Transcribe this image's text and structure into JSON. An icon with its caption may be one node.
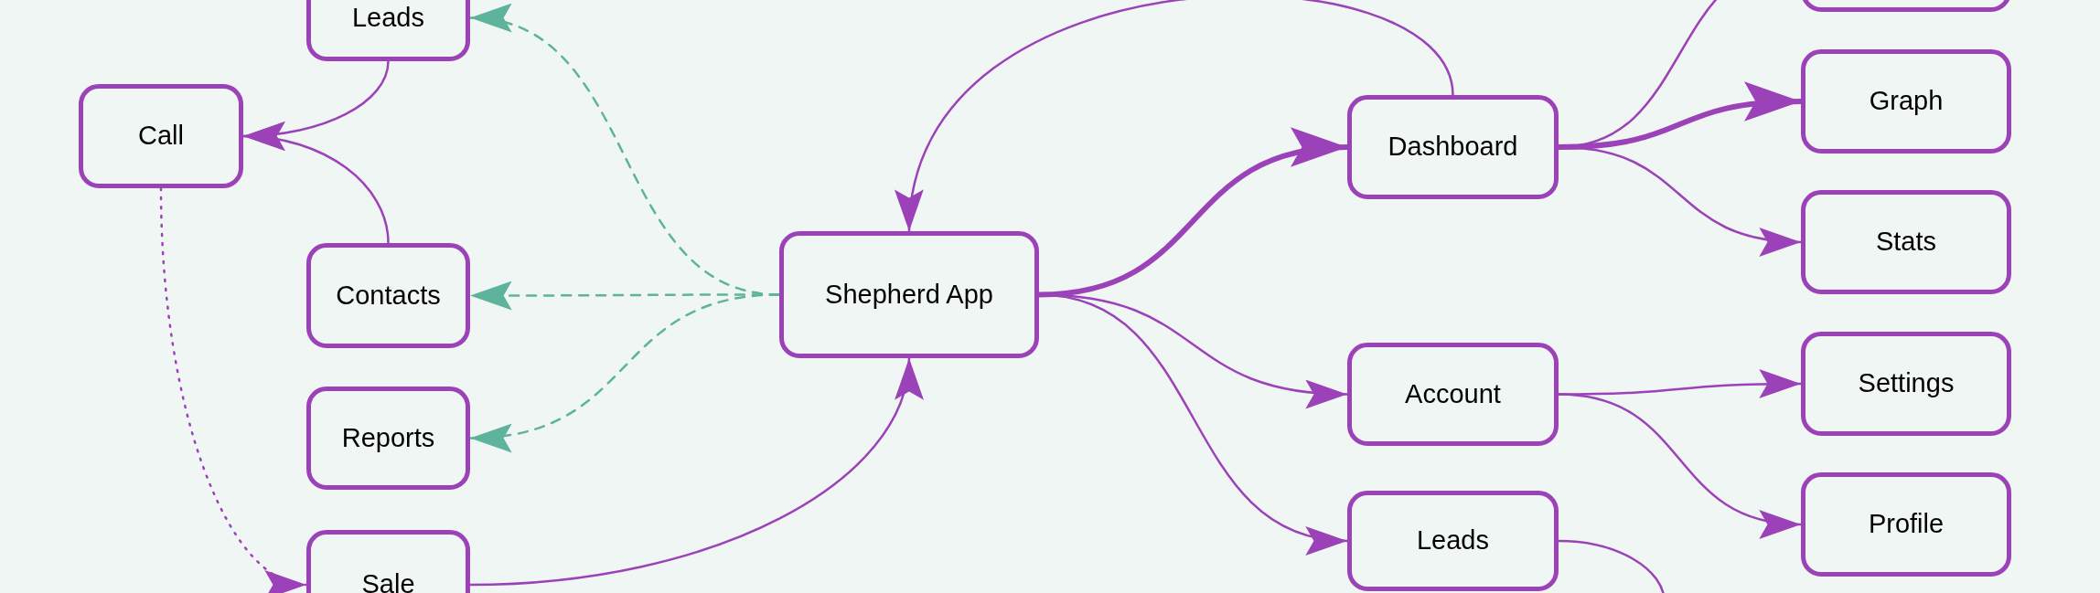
{
  "diagram": {
    "nodes": [
      {
        "text": [
          "Leads"
        ]
      },
      {
        "text": [
          "Call"
        ]
      },
      {
        "text": [
          "Contacts"
        ]
      },
      {
        "text": [
          "Reports"
        ]
      },
      {
        "text": [
          "Sale"
        ]
      },
      {
        "text": [
          "Shepherd App"
        ]
      },
      {
        "text": [],
        "shape": "box"
      },
      {
        "text": [
          "Dashboard"
        ]
      },
      {
        "text": [
          "Graph"
        ]
      },
      {
        "text": [
          "Stats"
        ]
      },
      {
        "text": [
          "Account"
        ]
      },
      {
        "text": [
          "Settings"
        ]
      },
      {
        "text": [
          "Leads"
        ]
      },
      {
        "text": [
          "Profile"
        ]
      }
    ],
    "edges": [
      {
        "from": 5,
        "to": 0,
        "arrow": "to",
        "style": "dashed",
        "color": "#5db39c"
      },
      {
        "from": 5,
        "to": 2,
        "arrow": "to",
        "style": "dashed",
        "color": "#5db39c"
      },
      {
        "from": 5,
        "to": 3,
        "arrow": "to",
        "style": "dashed",
        "color": "#5db39c"
      },
      {
        "from": 0,
        "to": 1,
        "arrow": "to"
      },
      {
        "from": 2,
        "to": 1,
        "arrow": "to"
      },
      {
        "from": 1,
        "to": 4,
        "arrow": "to",
        "style": "dashed"
      },
      {
        "from": 4,
        "to": 5,
        "arrow": "to"
      },
      {
        "from": 5,
        "to": 7,
        "arrow": "to",
        "style": "thick"
      },
      {
        "from": 5,
        "to": 10,
        "arrow": "to"
      },
      {
        "from": 5,
        "to": 12,
        "arrow": "to"
      },
      {
        "from": 7,
        "to": 5,
        "arrow": "to"
      },
      {
        "from": 7,
        "to": 6,
        "arrow": "none"
      },
      {
        "from": 7,
        "to": 8,
        "arrow": "to",
        "style": "thick"
      },
      {
        "from": 7,
        "to": 9,
        "arrow": "to"
      },
      {
        "from": 10,
        "to": 11,
        "arrow": "to"
      },
      {
        "from": 10,
        "to": 13,
        "arrow": "to"
      },
      {
        "from": 12,
        "to": null,
        "arrow": "none"
      }
    ]
  }
}
